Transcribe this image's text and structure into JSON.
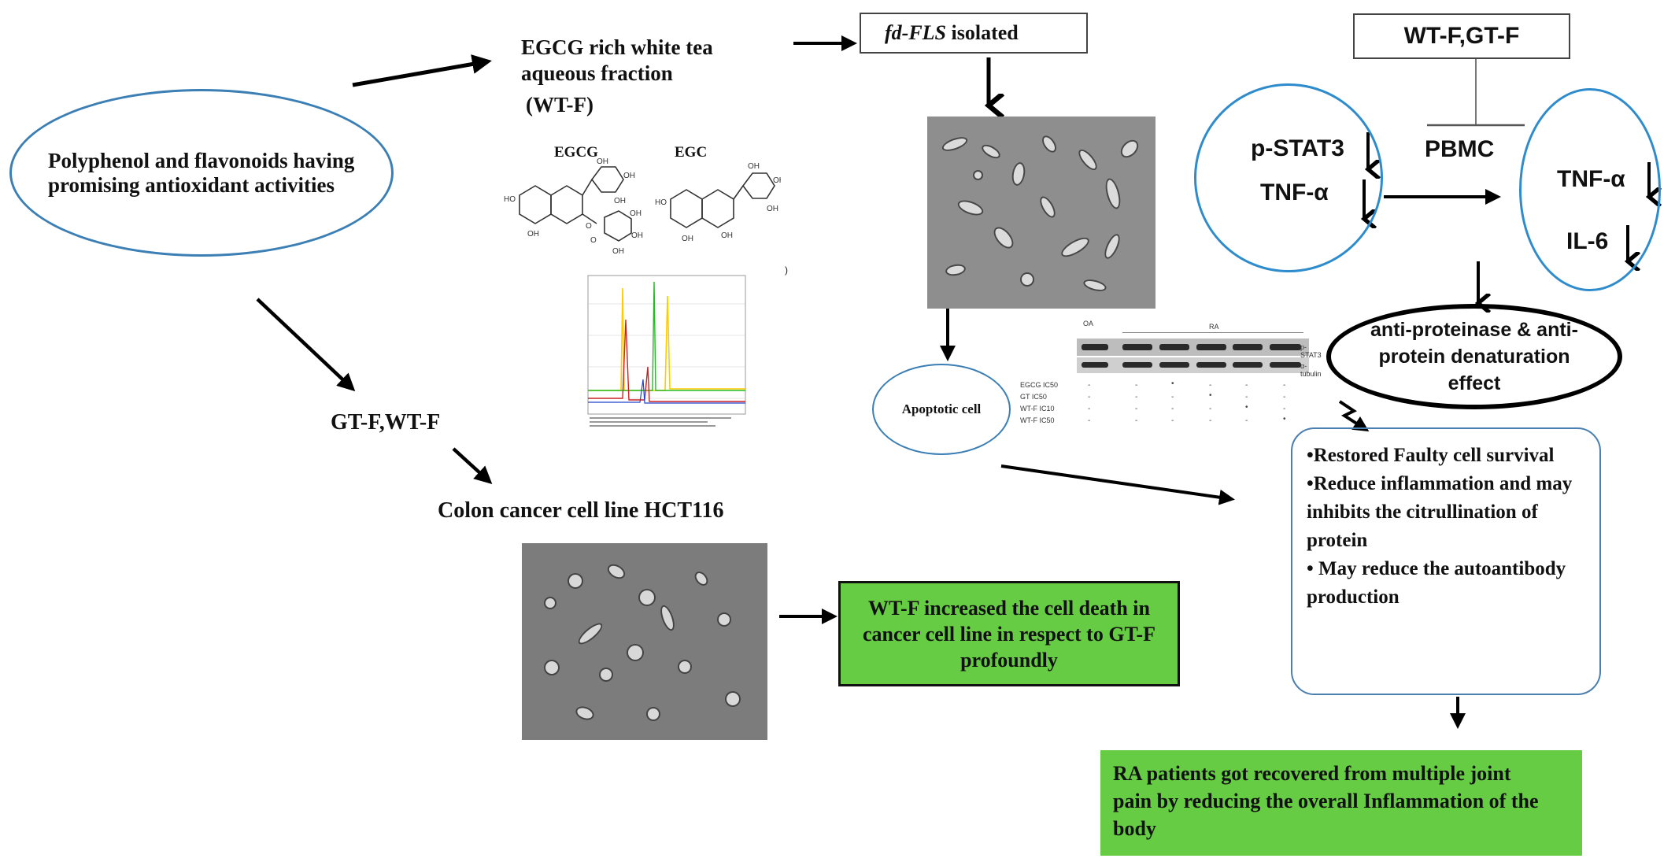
{
  "polyphenol_text": "Polyphenol and flavonoids having promising antioxidant activities",
  "egcg_fraction_text": "EGCG rich white tea aqueous fraction",
  "wtf_paren": "(WT-F)",
  "egcg_label": "EGCG",
  "egc_label": "EGC",
  "fd_fls_italic": "fd-FLS",
  "fd_fls_rest": " isolated",
  "wtf_gtf_box": "WT-F,GT-F",
  "pstat3": "p-STAT3",
  "tnf_a": "TNF-α",
  "pbmc": "PBMC",
  "il6": "IL-6",
  "antiproteinase_text": "anti-proteinase & anti-protein denaturation effect",
  "apoptotic_cell": "Apoptotic cell",
  "gtf_wtf": "GT-F,WT-F",
  "colon_cancer": "Colon cancer cell line HCT116",
  "wtf_increased": "WT-F increased the cell death in cancer cell line in respect to GT-F profoundly",
  "outcomes": [
    "•Restored Faulty cell survival",
    "•Reduce inflammation and may inhibits the citrullination of protein",
    "• May reduce the autoantibody production"
  ],
  "ra_patients": "RA patients got recovered from multiple joint pain by reducing the overall Inflammation of the body",
  "western_blot": {
    "group_oa": "OA",
    "group_ra": "RA",
    "band_labels": [
      "p-STAT3",
      "α-tubulin"
    ],
    "row_labels": [
      "EGCG IC50",
      "GT IC50",
      "WT-F IC10",
      "WT-F IC50"
    ]
  },
  "colors": {
    "ellipse_blue": "#3b7fb5",
    "circle_blue": "#2e8ccc",
    "green_box": "#66cc44",
    "outcome_border": "#4a7fb0"
  }
}
